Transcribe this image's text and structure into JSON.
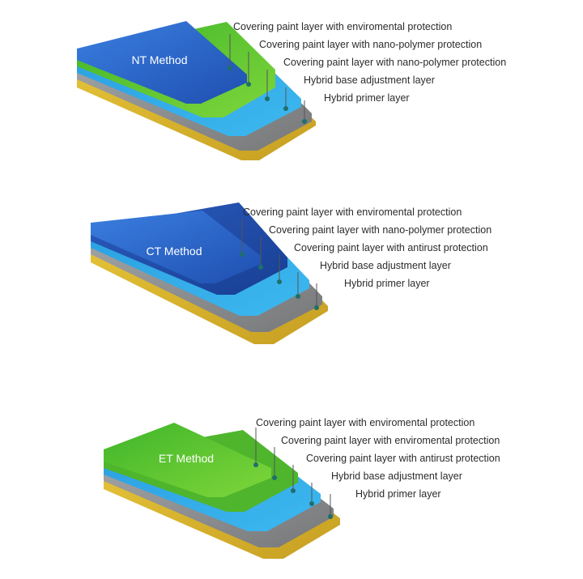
{
  "colors": {
    "yellow": "#d9b52b",
    "grey": "#8d8f91",
    "light_blue": "#2ea8e6",
    "green": "#59c32f",
    "blue": "#2f6cc6",
    "dark_blue": "#1f4fb0",
    "label_text": "#2b2b2b",
    "dot": "#1f6f6a"
  },
  "panels": [
    {
      "title": "NT Method",
      "layers": [
        {
          "label": "Covering paint layer with enviromental protection",
          "color": "blue"
        },
        {
          "label": "Covering paint layer with nano-polymer protection",
          "color": "green"
        },
        {
          "label": "Covering paint layer with nano-polymer protection",
          "color": "light_blue"
        },
        {
          "label": "Hybrid base adjustment layer",
          "color": "grey"
        },
        {
          "label": "Hybrid primer layer",
          "color": "yellow"
        }
      ]
    },
    {
      "title": "CT Method",
      "layers": [
        {
          "label": "Covering paint layer with enviromental protection",
          "color": "blue"
        },
        {
          "label": "Covering paint layer with nano-polymer protection",
          "color": "dark_blue"
        },
        {
          "label": "Covering paint layer with antirust protection",
          "color": "light_blue"
        },
        {
          "label": "Hybrid base adjustment layer",
          "color": "grey"
        },
        {
          "label": "Hybrid primer layer",
          "color": "yellow"
        }
      ]
    },
    {
      "title": "ET Method",
      "layers": [
        {
          "label": "Covering paint layer with enviromental protection",
          "color": "green"
        },
        {
          "label": "Covering paint layer with enviromental protection",
          "color": "green"
        },
        {
          "label": "Covering paint layer with antirust protection",
          "color": "light_blue"
        },
        {
          "label": "Hybrid base adjustment layer",
          "color": "grey"
        },
        {
          "label": "Hybrid primer layer",
          "color": "yellow"
        }
      ]
    }
  ]
}
